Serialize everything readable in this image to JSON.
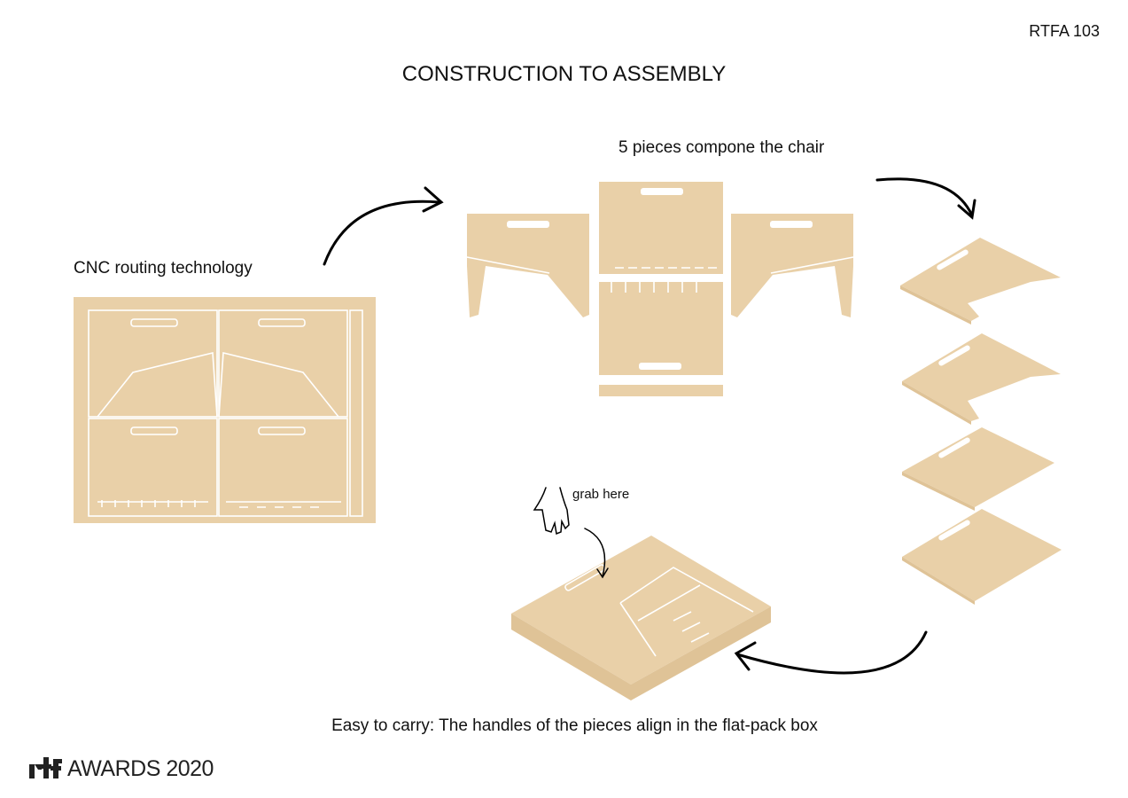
{
  "header": {
    "code": "RTFA 103",
    "title": "CONSTRUCTION TO ASSEMBLY"
  },
  "labels": {
    "cnc": "CNC routing technology",
    "pieces": "5 pieces compone the chair",
    "grab": "grab here",
    "caption": "Easy to carry: The handles of the pieces align in the flat-pack box"
  },
  "footer": {
    "logo_text": "rtf",
    "awards": "AWARDS 2020"
  },
  "colors": {
    "wood": "#e9d0a8",
    "text": "#111111"
  }
}
